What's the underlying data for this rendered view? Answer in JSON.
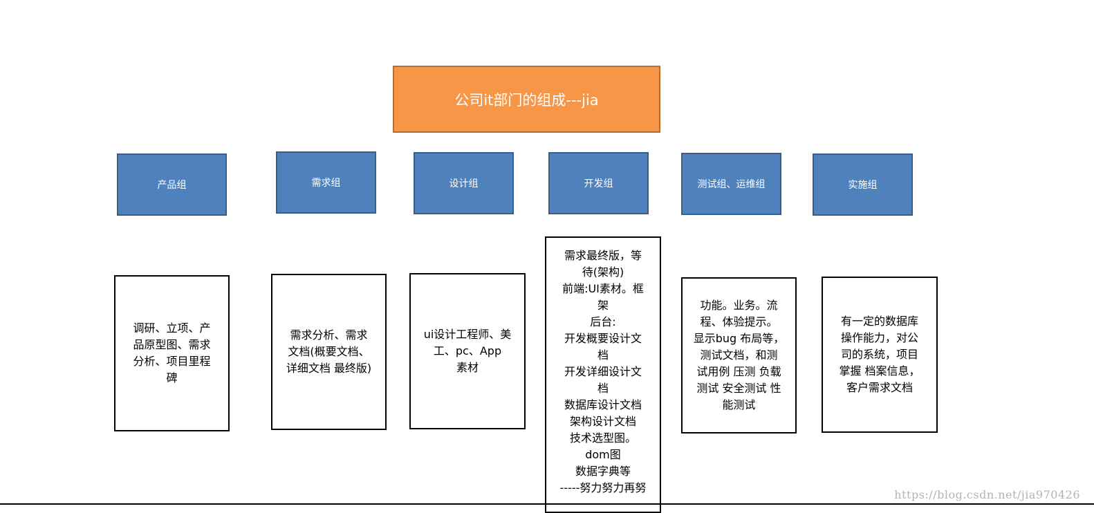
{
  "root": {
    "label": "公司it部门的组成---jia",
    "color": "#f79646"
  },
  "groups": [
    {
      "label": "产品组",
      "description_lines": [
        "调研、立项、产",
        "品原型图、需求",
        "分析、项目里程",
        "碑"
      ]
    },
    {
      "label": "需求组",
      "description_lines": [
        "需求分析、需求",
        "文档(概要文档、",
        "详细文档 最终版)"
      ]
    },
    {
      "label": "设计组",
      "description_lines": [
        "ui设计工程师、美",
        "工、pc、App",
        "素材"
      ]
    },
    {
      "label": "开发组",
      "description_lines": [
        "需求最终版，等",
        "待(架构)",
        "前端:UI素材。框",
        "架",
        "后台:",
        "开发概要设计文",
        "档",
        "开发详细设计文",
        "档",
        "数据库设计文档",
        "架构设计文档",
        "技术选型图。",
        "dom图",
        "数据字典等",
        "-----努力努力再努"
      ]
    },
    {
      "label": "测试组、运维组",
      "description_lines": [
        "功能。业务。流",
        "程、体验提示。",
        "显示bug 布局等，",
        "测试文档，和测",
        "试用例 压测 负载",
        "测试 安全测试 性",
        "能测试"
      ]
    },
    {
      "label": "实施组",
      "description_lines": [
        "有一定的数据库",
        "操作能力，对公",
        "司的系统，项目",
        "掌握 档案信息，",
        "客户需求文档"
      ]
    }
  ],
  "colors": {
    "group_fill": "#4f81bd",
    "group_border": "#385d8a",
    "desc_border": "#000000"
  },
  "watermark": "https://blog.csdn.net/jia970426"
}
